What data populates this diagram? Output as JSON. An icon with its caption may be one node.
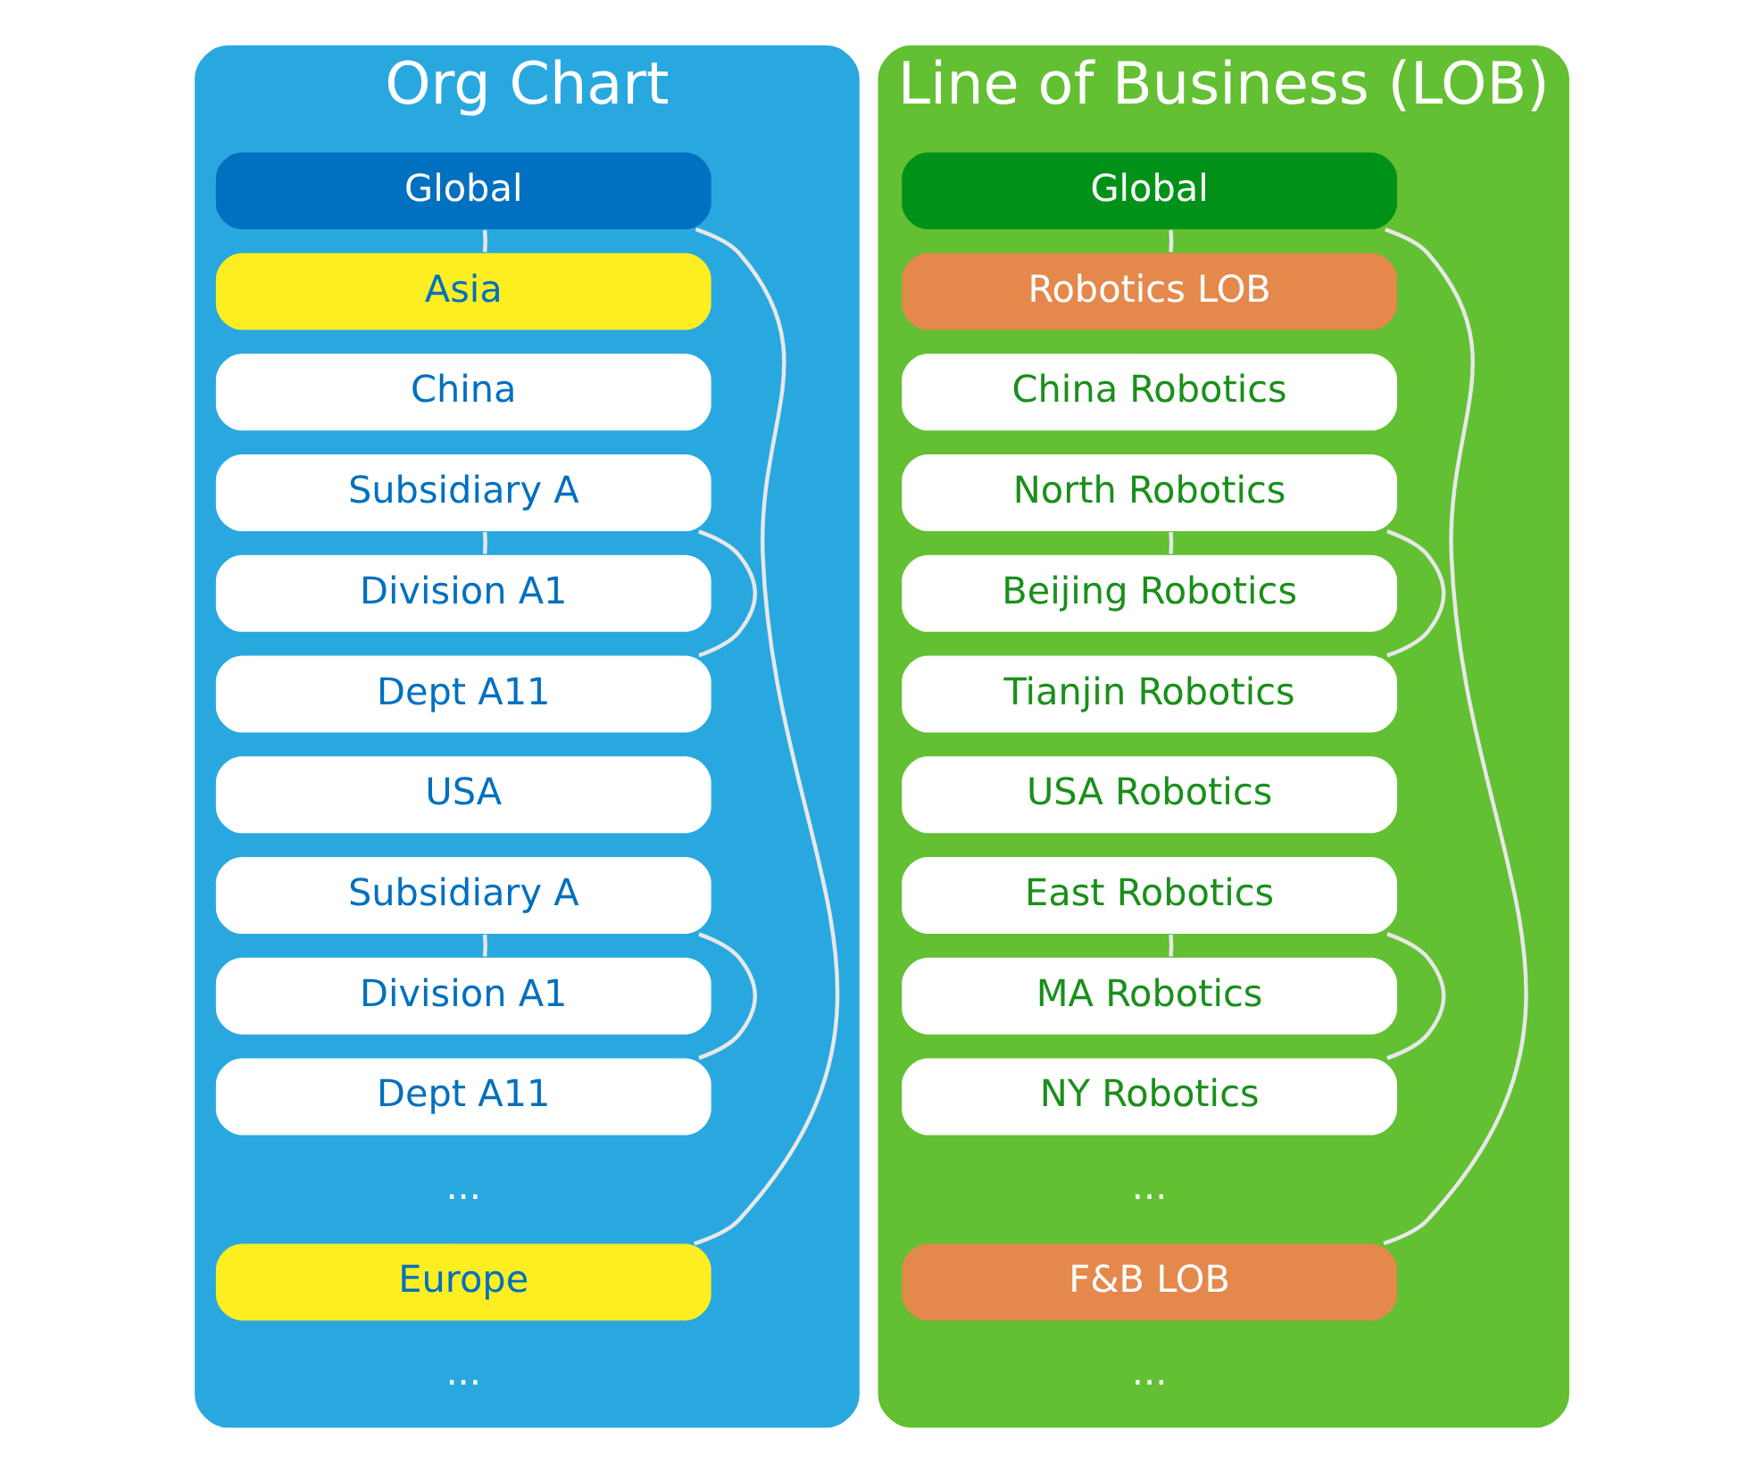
{
  "diagram": {
    "nodes": [
      {
        "text": [
          "Org Chart"
        ]
      },
      {
        "text": [
          "Global"
        ],
        "in": 0
      },
      {
        "text": [
          "Asia"
        ],
        "in": 0
      },
      {
        "text": [
          "China"
        ],
        "in": 0
      },
      {
        "text": [
          "Subsidiary A"
        ],
        "in": 0
      },
      {
        "text": [
          "Division A1"
        ],
        "in": 0
      },
      {
        "text": [
          "Dept A11"
        ],
        "in": 0
      },
      {
        "text": [
          "USA"
        ],
        "in": 0
      },
      {
        "text": [
          "Subsidiary A"
        ],
        "in": 0
      },
      {
        "text": [
          "Division A1"
        ],
        "in": 0
      },
      {
        "text": [
          "Dept A11"
        ],
        "in": 0
      },
      {
        "text": [
          "Europe"
        ],
        "in": 0
      },
      {
        "text": [
          "Line of Business (LOB)"
        ]
      },
      {
        "text": [
          "Global"
        ],
        "in": 12
      },
      {
        "text": [
          "Robotics LOB"
        ],
        "in": 12
      },
      {
        "text": [
          "China Robotics"
        ],
        "in": 12
      },
      {
        "text": [
          "North Robotics"
        ],
        "in": 12
      },
      {
        "text": [
          "Beijing Robotics"
        ],
        "in": 12
      },
      {
        "text": [
          "Tianjin Robotics"
        ],
        "in": 12
      },
      {
        "text": [
          "USA Robotics"
        ],
        "in": 12
      },
      {
        "text": [
          "East Robotics"
        ],
        "in": 12
      },
      {
        "text": [
          "MA Robotics"
        ],
        "in": 12
      },
      {
        "text": [
          "NY Robotics"
        ],
        "in": 12
      },
      {
        "text": [
          "F&B LOB"
        ],
        "in": 12
      }
    ],
    "edges": [
      {
        "from": 1,
        "to": 2,
        "arrow": "none"
      },
      {
        "from": 1,
        "to": 11,
        "arrow": "none"
      },
      {
        "from": 4,
        "to": 5,
        "arrow": "none"
      },
      {
        "from": 4,
        "to": 6,
        "arrow": "none"
      },
      {
        "from": 8,
        "to": 9,
        "arrow": "none"
      },
      {
        "from": 8,
        "to": 10,
        "arrow": "none"
      },
      {
        "from": 13,
        "to": 14,
        "arrow": "none"
      },
      {
        "from": 13,
        "to": 23,
        "arrow": "none"
      },
      {
        "from": 16,
        "to": 17,
        "arrow": "none"
      },
      {
        "from": 16,
        "to": 18,
        "arrow": "none"
      },
      {
        "from": 20,
        "to": 21,
        "arrow": "none"
      },
      {
        "from": 20,
        "to": 22,
        "arrow": "none"
      }
    ],
    "labels": [
      "...",
      "...",
      "...",
      "..."
    ]
  }
}
